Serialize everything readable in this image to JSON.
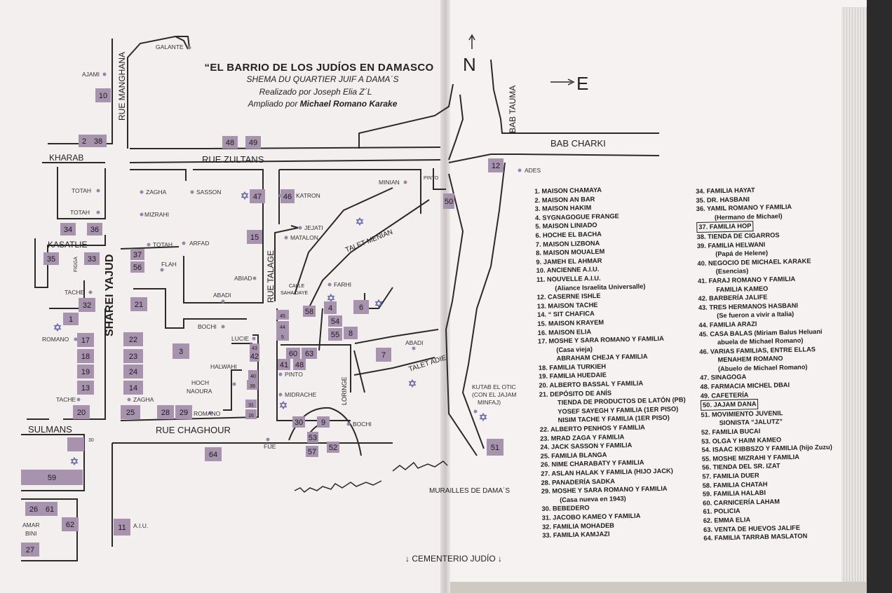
{
  "title": {
    "main": "“EL BARRIO DE LOS JUDÍOS EN DAMASCO",
    "subtitle": "SHEMA DU QUARTIER JUIF A DAMA´S",
    "credit1": "Realizado por Joseph Elia Z´L",
    "credit2_prefix": "Ampliado por",
    "credit2_name": "Michael Romano Karake"
  },
  "compass": {
    "north": "N",
    "east": "E"
  },
  "colors": {
    "box": "#a793ad",
    "dot": "#9b84a5",
    "street": "#2a2a2a"
  },
  "streets": {
    "manghana": "RUE MANGHANA",
    "zultans": "RUE ZULTANS",
    "sharei": "SHAREI YAJUD",
    "talage": "RUE TALAGE",
    "chaghour": "RUE CHAGHOUR",
    "bab_tauma": "BAB TAUMA",
    "bab_charki": "BAB CHARKI",
    "talet_menian": "TALET MENIAN",
    "talet_adie": "TALET ADIE",
    "loringe": "LORINGE",
    "kharab": "KHARAB",
    "kasatlie": "KASATLIE",
    "sulmans": "SULMANS",
    "figga": "FIGGA",
    "calle_saha": "CALLE",
    "calle_saha2": "SAHA DAYE",
    "murailles": "MURAILLES DE DAMA´S",
    "cementerio": "↓ CEMENTERIO JUDÍO ↓"
  },
  "places": {
    "galante": "GALANTE",
    "ajami": "AJAMI",
    "totah1": "TOTAH",
    "totah2": "TOTAH",
    "totah3": "TOTAH",
    "zagha1": "ZAGHA",
    "sasson": "SASSON",
    "mizrahi": "MIZRAHI",
    "arfad": "ARFAD",
    "flah": "FLAH",
    "abadi1": "ABADI",
    "abiad": "ABIAD",
    "katron": "KATRON",
    "jejati": "JEJATI",
    "matalon": "MATALON",
    "farhi": "FARHI",
    "minian": "MINIAN",
    "pinto1": "PINTO",
    "ades": "ADES",
    "tache1": "TACHE",
    "romano1": "ROMANO",
    "tache2": "TACHE",
    "bochi1": "BOCHI",
    "lucie": "LUCIE",
    "halwahi": "HALWAHI",
    "hoch": "HOCH",
    "naoura": "NAOURA",
    "zagha2": "ZAGHA",
    "romano2": "ROMANO",
    "pinto2": "PINTO",
    "midrache": "MIDRACHE",
    "bochi2": "BOCHI",
    "fije": "FIJE",
    "abadi2": "ABADI",
    "kutab1": "KUTAB EL OTIC",
    "kutab2": "(CON EL JAJAM",
    "kutab3": "MINFAJ)",
    "amar": "AMAR",
    "bini": "BINI",
    "aiu": "A.I.U.",
    "n30": "30"
  },
  "boxes": {
    "b10": "10",
    "b2": "2",
    "b38": "38",
    "b48": "48",
    "b49": "49",
    "b47": "47",
    "b46": "46",
    "b34": "34",
    "b36": "36",
    "b35": "35",
    "b33": "33",
    "b37": "37",
    "b56": "56",
    "b15": "15",
    "b12": "12",
    "b50": "50",
    "b32": "32",
    "b1": "1",
    "b21": "21",
    "b17": "17",
    "b18": "18",
    "b19": "19",
    "b13": "13",
    "b20": "20",
    "b22": "22",
    "b23": "23",
    "b24": "24",
    "b14": "14",
    "b25": "25",
    "b3": "3",
    "b28": "28",
    "b29": "29",
    "b45": "45",
    "b44": "44",
    "b5": "5",
    "b58": "58",
    "b4": "4",
    "b54": "54",
    "b55": "55",
    "b8": "8",
    "b6": "6",
    "b7": "7",
    "b60": "60",
    "b63": "63",
    "b41": "41",
    "b42": "42",
    "b40": "40",
    "b39": "39",
    "b31": "31",
    "b16": "16",
    "b43": "43",
    "b9": "9",
    "b30": "30",
    "b53": "53",
    "b57": "57",
    "b52": "52",
    "b64": "64",
    "b59": "59",
    "b26": "26",
    "b61": "61",
    "b62": "62",
    "b27": "27",
    "b11": "11",
    "b51": "51"
  },
  "legend_left": [
    "1. MAISON CHAMAYA",
    "2. MAISON AN BAR",
    "3. MAISON HAKIM",
    "4. SYGNAGOGUE FRANGE",
    "5. MAISON LINIADO",
    "6. HOCHE EL BACHA",
    "7. MAISON LIZBONA",
    "8. MAISON MOUALEM",
    "9. JAMEH EL AHMAR",
    "10. ANCIENNE A.I.U.",
    "11. NOUVELLE A.I.U.",
    "(Aliance Israelita Universalle)",
    "12. CASERNE ISHLE",
    "13. MAISON TACHE",
    "14. “ SIT CHAFICA",
    "15. MAISON KRAYEM",
    "16. MAISON ELIA",
    "17. MOSHE Y SARA ROMANO Y FAMILIA",
    "(Casa vieja)",
    "ABRAHAM CHEJA Y FAMILIA",
    "18. FAMILIA TURKIEH",
    "19. FAMILIA HUEDAIE",
    "20. ALBERTO BASSAL Y FAMILIA",
    "21. DEPÓSITO DE ANÍS",
    "TIENDA DE PRODUCTOS DE LATÓN (PB)",
    "YOSEF SAYEGH Y FAMILIA (1ER PISO)",
    "NISIM TACHE Y FAMILIA (1ER PISO)",
    "22. ALBERTO PENHOS Y FAMILIA",
    "23. MRAD ZAGA Y FAMILIA",
    "24. JACK SASSON Y FAMILIA",
    "25. FAMILIA BLANGA",
    "26. NIME CHARABATY Y FAMILIA",
    "27. ASLAN HALAK Y FAMILIA (HIJO JACK)",
    "28. PANADERÍA SADKA",
    "29. MOSHE Y SARA ROMANO Y FAMILIA",
    "(Casa nueva en 1943)",
    "30. BEBEDERO",
    "31. JACOBO KAMEO Y FAMILIA",
    "32. FAMILIA MOHADEB",
    "33. FAMILIA KAMJAZI"
  ],
  "legend_right": [
    "34. FAMILIA HAYAT",
    "35. DR. HASBANI",
    "36. YAMIL ROMANO Y FAMILIA",
    "(Hermano de Michael)",
    "37. FAMILIA HOP",
    "38. TIENDA DE CIGARROS",
    "39. FAMILIA HELWANI",
    "(Papá de Helene)",
    "40. NEGOCIO DE MICHAEL KARAKE",
    "(Esencias)",
    "41. FARAJ ROMANO Y FAMILIA",
    "FAMILIA KAMEO",
    "42. BARBERÍA JALIFE",
    "43. TRES HERMANOS HASBANI",
    "(Se fueron a vivir a Italia)",
    "44. FAMILIA ARAZI",
    "45. CASA BALAS (Miriam Balus Heluani",
    "abuela de Michael Romano)",
    "46. VARIAS FAMILIAS, ENTRE ELLAS",
    "MENAHEM ROMANO",
    "(Abuelo de Michael Romano)",
    "47. SINAGOGA",
    "48. FARMACIA MICHEL DBAI",
    "49. CAFETERÍA",
    "50. JAJAM DANA",
    "51. MOVIMIENTO JUVENIL",
    "SIONISTA “JALUTZ”",
    "52. FAMILIA BUCAI",
    "53. OLGA Y HAIM KAMEO",
    "54. ISAAC KIBBSZO Y FAMILIA (hijo Zuzu)",
    "55. MOSHE MIZRAHI Y FAMILIA",
    "56. TIENDA DEL SR. IZAT",
    "57. FAMILIA DUER",
    "58. FAMILIA CHATAH",
    "59. FAMILIA HALABI",
    "60. CARNICERÍA LAHAM",
    "61. POLICIA",
    "62. EMMA ELIA",
    "63. VENTA DE HUEVOS JALIFE",
    "64. FAMILIA TARRAB MASLATON"
  ]
}
